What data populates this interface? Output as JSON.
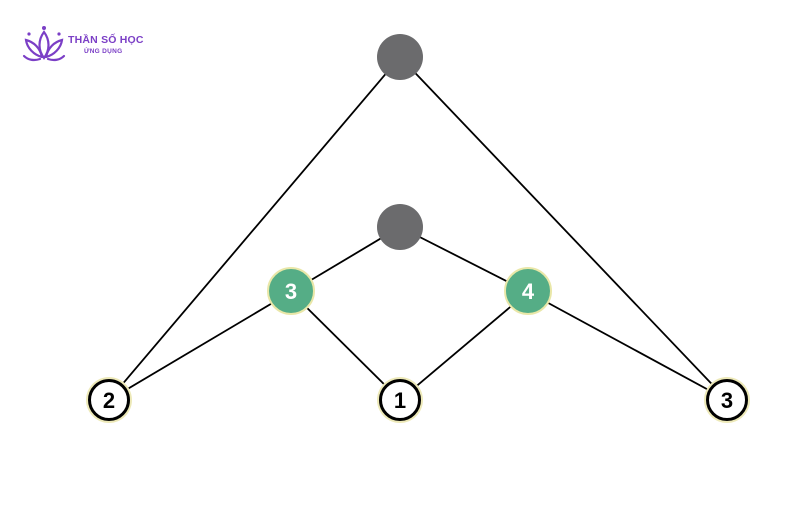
{
  "logo": {
    "title": "THẦN SỐ HỌC",
    "subtitle": "ỨNG DỤNG",
    "color": "#7b3fc6"
  },
  "diagram": {
    "colors": {
      "line": "#000000",
      "top_node_fill": "#6b6b6d",
      "mid_node_fill": "#55ad86",
      "mid_node_ring": "#e9e7a8",
      "bottom_node_fill": "#ffffff",
      "bottom_node_ring": "#000000",
      "bottom_node_halo": "#ede9b8"
    },
    "nodes": {
      "apex": {
        "label": ""
      },
      "inner_apex": {
        "label": ""
      },
      "left_mid": {
        "label": "3"
      },
      "right_mid": {
        "label": "4"
      },
      "bottom_left": {
        "label": "2"
      },
      "bottom_center": {
        "label": "1"
      },
      "bottom_right": {
        "label": "3"
      }
    }
  }
}
